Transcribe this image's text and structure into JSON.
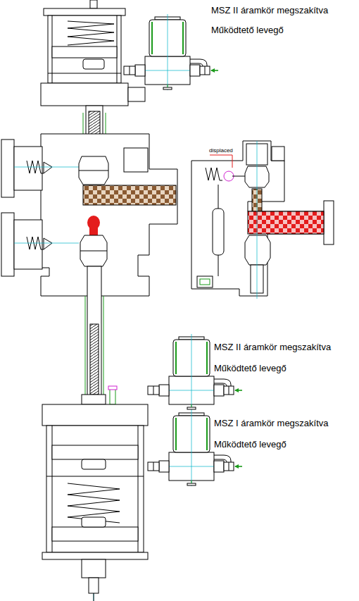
{
  "diagram": {
    "labels": [
      "MSZ II áramkör megszakítva",
      "Működtető levegő",
      "displaced",
      "MSZ II áramkör megszakítva",
      "Működtető levegő",
      "MSZ I áramkör megszakítva",
      "Működtető levegő"
    ]
  }
}
